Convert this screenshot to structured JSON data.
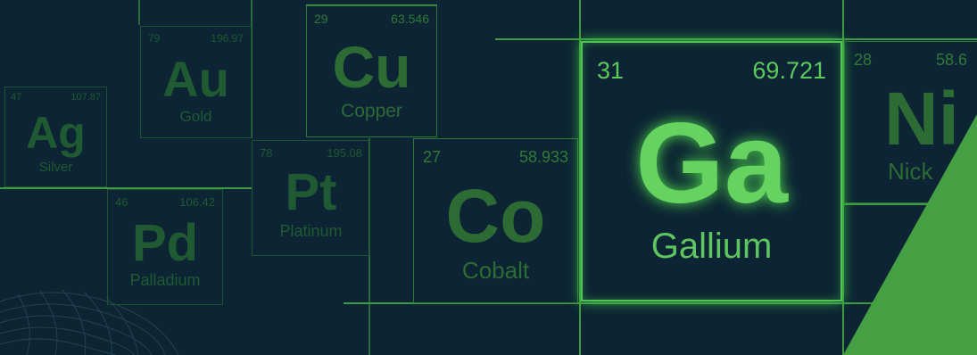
{
  "colors": {
    "background": "#0c2433",
    "line": "#3f9a3f",
    "cell_border": "#2f7a36",
    "highlight": "#5cc95d",
    "accent_wedge": "#45a043"
  },
  "elements": [
    {
      "id": "ag",
      "number": "47",
      "mass": "107.87",
      "symbol": "Ag",
      "name": "Silver"
    },
    {
      "id": "au",
      "number": "79",
      "mass": "196.97",
      "symbol": "Au",
      "name": "Gold"
    },
    {
      "id": "cu",
      "number": "29",
      "mass": "63.546",
      "symbol": "Cu",
      "name": "Copper"
    },
    {
      "id": "pt",
      "number": "78",
      "mass": "195.08",
      "symbol": "Pt",
      "name": "Platinum"
    },
    {
      "id": "pd",
      "number": "46",
      "mass": "106.42",
      "symbol": "Pd",
      "name": "Palladium"
    },
    {
      "id": "co",
      "number": "27",
      "mass": "58.933",
      "symbol": "Co",
      "name": "Cobalt"
    },
    {
      "id": "ga",
      "number": "31",
      "mass": "69.721",
      "symbol": "Ga",
      "name": "Gallium"
    },
    {
      "id": "ni",
      "number": "28",
      "mass": "58.6",
      "symbol": "Ni",
      "name": "Nick"
    }
  ]
}
